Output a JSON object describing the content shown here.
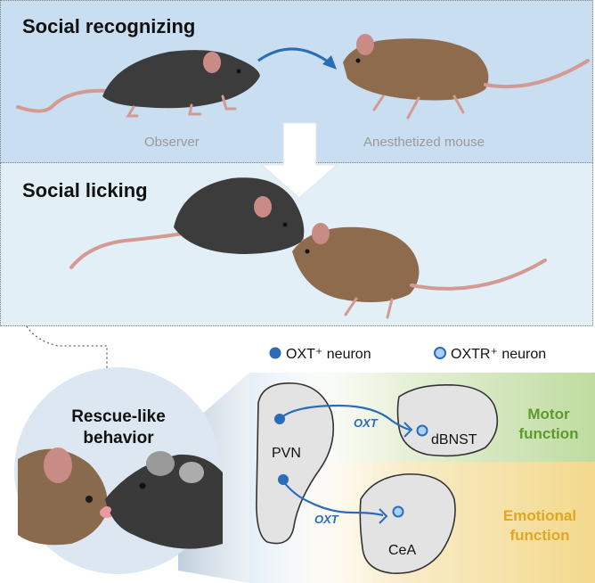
{
  "top_panel": {
    "title": "Social recognizing",
    "observer_label": "Observer",
    "anesthetized_label": "Anesthetized mouse"
  },
  "middle_panel": {
    "title": "Social licking"
  },
  "legend": {
    "oxt_neuron": "OXT⁺ neuron",
    "oxtr_neuron": "OXTR⁺ neuron"
  },
  "rescue_label": {
    "line1": "Rescue-like",
    "line2": "behavior"
  },
  "circuit": {
    "pvn": "PVN",
    "dbnst": "dBNST",
    "cea": "CeA",
    "oxt_upper": "OXT",
    "oxt_lower": "OXT",
    "motor_line1": "Motor",
    "motor_line2": "function",
    "emotional_line1": "Emotional",
    "emotional_line2": "function"
  },
  "colors": {
    "oxt_blue": "#2b6cb8",
    "motor_green": "#5c9a2e",
    "emotional_gold": "#e2a623"
  }
}
